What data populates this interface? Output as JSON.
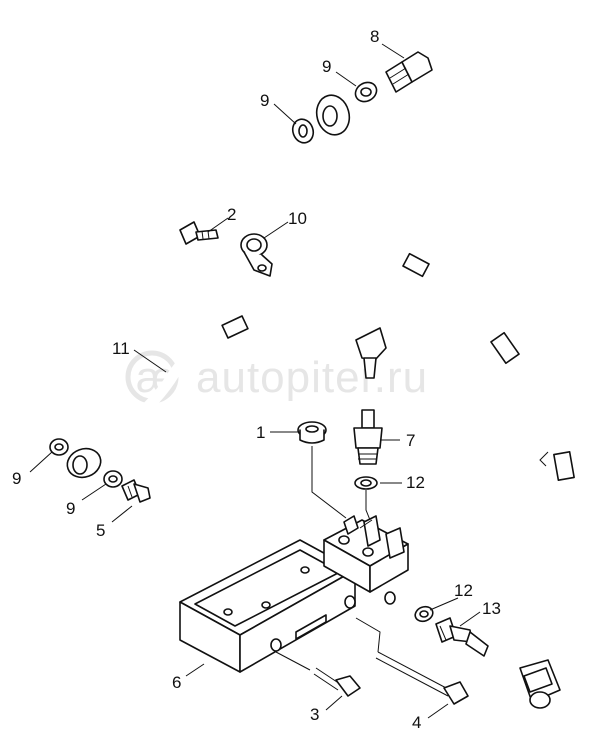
{
  "watermark": "autopiter.ru",
  "callouts": {
    "c1": "1",
    "c2": "2",
    "c3": "3",
    "c4": "4",
    "c5": "5",
    "c6": "6",
    "c7": "7",
    "c8": "8",
    "c9_top_right": "9",
    "c9_top_left": "9",
    "c9_left_upper": "9",
    "c9_left_lower": "9",
    "c10": "10",
    "c11": "11",
    "c12_upper": "12",
    "c12_lower": "12",
    "c13": "13"
  },
  "colors": {
    "line": "#111111",
    "watermark": "#e6e6e6",
    "background": "#ffffff"
  }
}
